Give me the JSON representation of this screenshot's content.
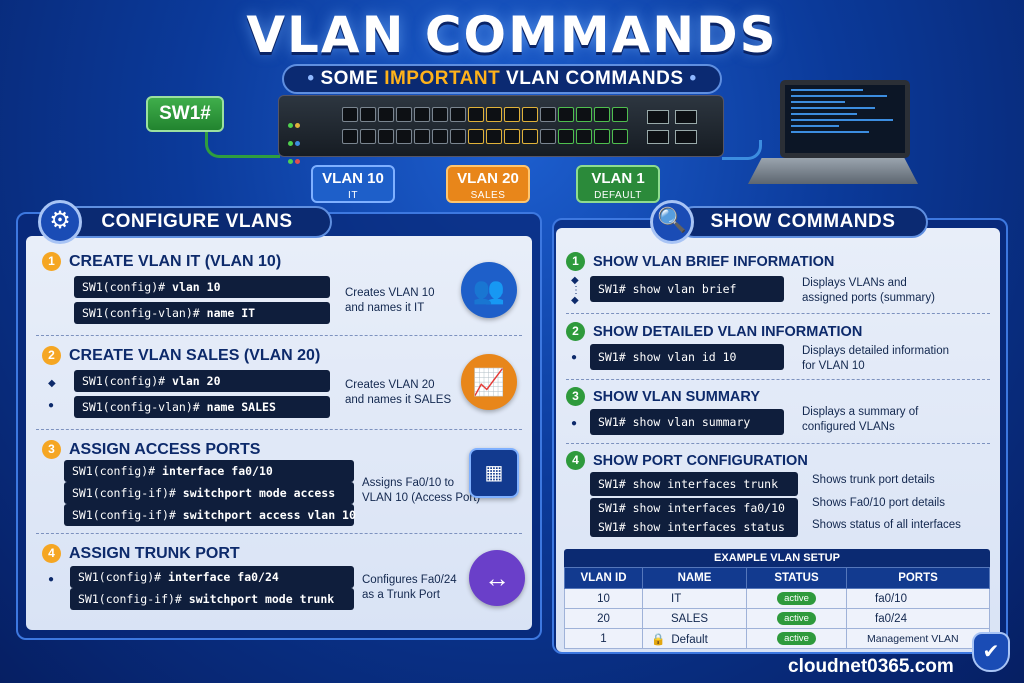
{
  "header": {
    "title": "VLAN COMMANDS",
    "subtitle_pre": "SOME",
    "subtitle_highlight": "IMPORTANT",
    "subtitle_post": "VLAN COMMANDS"
  },
  "diagram": {
    "switch_label": "SW1#",
    "vlans": [
      {
        "name": "VLAN 10",
        "sub": "IT",
        "color": "#1e5fc9"
      },
      {
        "name": "VLAN 20",
        "sub": "SALES",
        "color": "#e8861a"
      },
      {
        "name": "VLAN 1",
        "sub": "DEFAULT",
        "color": "#2b8a3a"
      }
    ]
  },
  "configure": {
    "heading": "CONFIGURE VLANS",
    "sections": [
      {
        "num": "1",
        "title": "CREATE VLAN IT (VLAN 10)",
        "cmds": [
          {
            "prompt": "SW1(config)#",
            "text": "vlan 10"
          },
          {
            "prompt": "SW1(config-vlan)#",
            "text": "name IT"
          }
        ],
        "desc": [
          "Creates VLAN 10",
          "and names it IT"
        ],
        "icon": "users-icon"
      },
      {
        "num": "2",
        "title": "CREATE VLAN SALES (VLAN 20)",
        "cmds": [
          {
            "prompt": "SW1(config)#",
            "text": "vlan 20"
          },
          {
            "prompt": "SW1(config-vlan)#",
            "text": "name SALES"
          }
        ],
        "desc": [
          "Creates VLAN 20",
          "and names it SALES"
        ],
        "icon": "chart-icon"
      },
      {
        "num": "3",
        "title": "ASSIGN ACCESS PORTS",
        "cmds": [
          {
            "prompt": "SW1(config)#",
            "text": "interface fa0/10"
          },
          {
            "prompt": "SW1(config-if)#",
            "text": "switchport mode access"
          },
          {
            "prompt": "SW1(config-if)#",
            "text": "switchport access vlan 10"
          }
        ],
        "desc": [
          "Assigns Fa0/10 to",
          "VLAN 10 (Access Port)"
        ],
        "icon": "switch-icon"
      },
      {
        "num": "4",
        "title": "ASSIGN TRUNK PORT",
        "cmds": [
          {
            "prompt": "SW1(config)#",
            "text": "interface fa0/24"
          },
          {
            "prompt": "SW1(config-if)#",
            "text": "switchport mode trunk"
          }
        ],
        "desc": [
          "Configures Fa0/24",
          "as a Trunk Port"
        ],
        "icon": "arrows-icon"
      }
    ]
  },
  "show": {
    "heading": "SHOW COMMANDS",
    "sections": [
      {
        "num": "1",
        "title": "SHOW VLAN BRIEF INFORMATION",
        "cmd": "SW1# show vlan brief",
        "desc": [
          "Displays VLANs and",
          "assigned ports (summary)"
        ]
      },
      {
        "num": "2",
        "title": "SHOW DETAILED VLAN INFORMATION",
        "cmd": "SW1# show vlan id 10",
        "desc": [
          "Displays detailed information",
          "for VLAN 10"
        ]
      },
      {
        "num": "3",
        "title": "SHOW VLAN SUMMARY",
        "cmd": "SW1# show vlan summary",
        "desc": [
          "Displays a summary of",
          "configured VLANs"
        ]
      },
      {
        "num": "4",
        "title": "SHOW PORT CONFIGURATION",
        "cmds": [
          "SW1# show interfaces trunk",
          "SW1# show interfaces fa0/10",
          "SW1# show interfaces status"
        ],
        "descs": [
          "Shows trunk port details",
          "Shows Fa0/10 port details",
          "Shows status of all interfaces"
        ]
      }
    ]
  },
  "table": {
    "caption": "EXAMPLE VLAN SETUP",
    "headers": [
      "VLAN ID",
      "NAME",
      "STATUS",
      "PORTS"
    ],
    "rows": [
      {
        "id": "10",
        "name": "IT",
        "status": "active",
        "ports": "fa0/10"
      },
      {
        "id": "20",
        "name": "SALES",
        "status": "active",
        "ports": "fa0/24"
      },
      {
        "id": "1",
        "name": "Default",
        "status": "active",
        "ports": "Management VLAN"
      }
    ]
  },
  "footer": {
    "site": "cloudnet0365.com"
  }
}
